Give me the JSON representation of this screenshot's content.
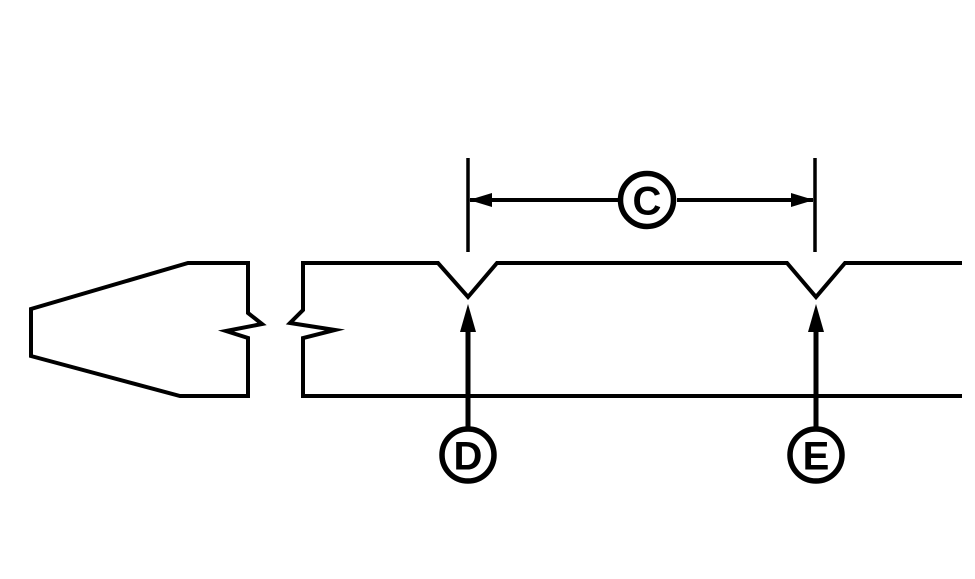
{
  "diagram": {
    "callouts": [
      {
        "id": "c",
        "label": "C"
      },
      {
        "id": "d",
        "label": "D"
      },
      {
        "id": "e",
        "label": "E"
      }
    ]
  },
  "colors": {
    "line": "#000000",
    "background": "#ffffff"
  }
}
